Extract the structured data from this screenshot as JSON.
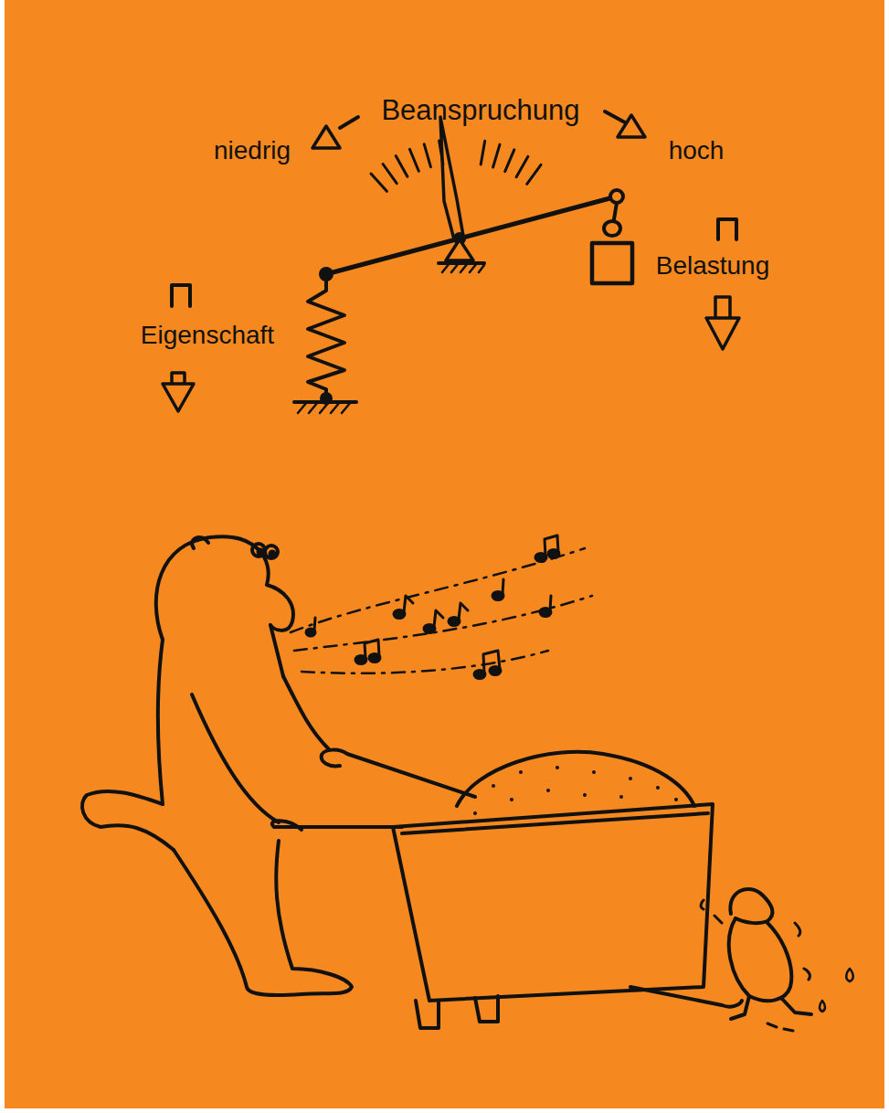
{
  "diagram": {
    "labels": [
      "Beanspruchung",
      "niedrig",
      "hoch",
      "Belastung",
      "Eigenschaft"
    ]
  }
}
